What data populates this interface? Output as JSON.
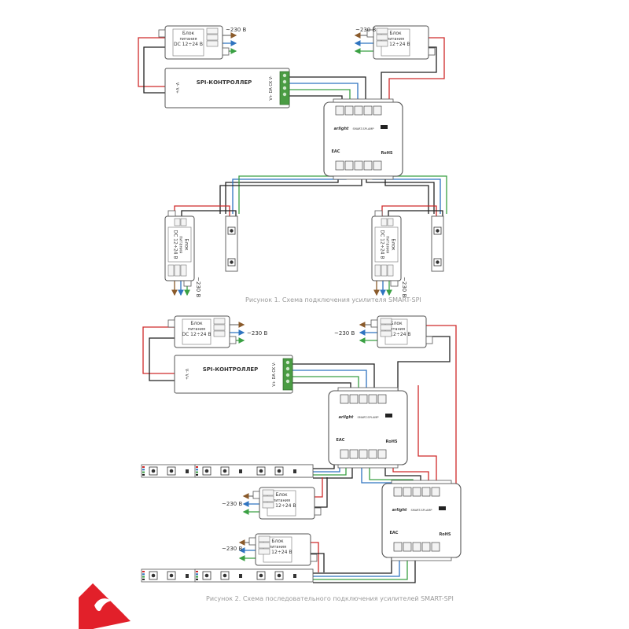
{
  "colors": {
    "red": "#cf2a2a",
    "black": "#222222",
    "blue": "#2f74c0",
    "green": "#3aa043",
    "gray": "#7a7a7a",
    "box_stroke": "#555555",
    "brand": "#e2202a"
  },
  "labels": {
    "psu_line1": "Блок",
    "psu_line2": "питания",
    "psu_line3": "DC 12÷24 В",
    "mains": "~230 В",
    "controller": "SPI-КОНТРОЛЛЕР",
    "ctrl_in": "V- V+",
    "ctrl_out": "V+ DA CK V-",
    "amp_brand": "arlight",
    "amp_model": "SMART-SPI-AMP",
    "amp_eac": "EAC",
    "amp_rohs": "RoHS"
  },
  "captions": {
    "figure1": "Рисунок 1. Схема подключения усилителя SMART-SPI",
    "figure2": "Рисунок 2. Схема последовательного подключения усилителей SMART-SPI"
  },
  "logo_icon": "arlight-logo-icon"
}
